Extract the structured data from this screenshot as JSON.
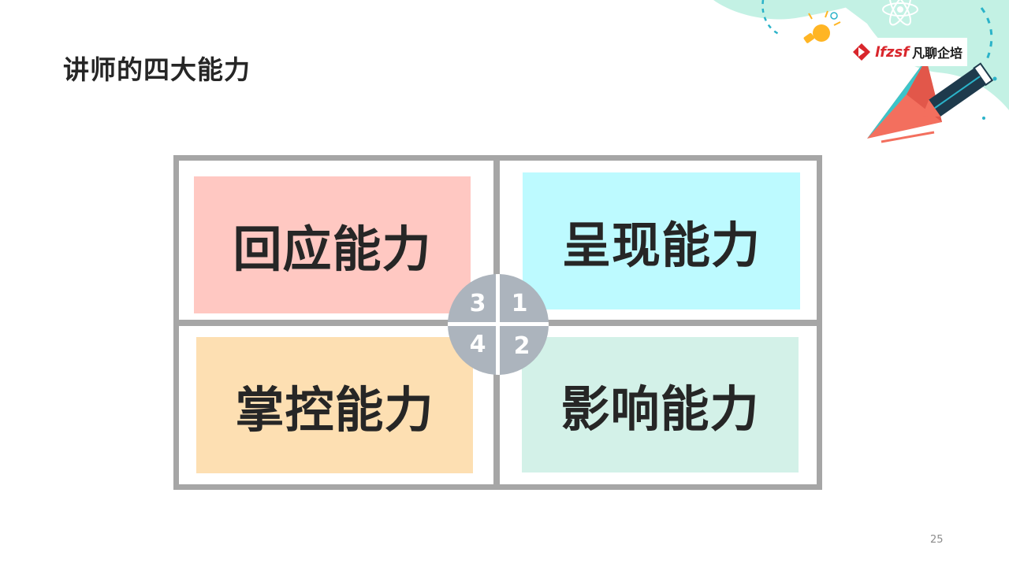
{
  "slide": {
    "title": "讲师的四大能力",
    "page_number": "25"
  },
  "logo": {
    "latin": "lfzsf",
    "cjk": "凡聊企培"
  },
  "quadrants": {
    "respond": {
      "label": "回应能力",
      "number": "3",
      "color": "#ffc8c2"
    },
    "present": {
      "label": "呈现能力",
      "number": "1",
      "color": "#bdfaff"
    },
    "control": {
      "label": "掌控能力",
      "number": "4",
      "color": "#fddfb2"
    },
    "influence": {
      "label": "影响能力",
      "number": "2",
      "color": "#d3f1e8"
    }
  },
  "colors": {
    "frame": "#a6a6a6",
    "hub": "#acb4bd",
    "accent_red": "#d9262c",
    "decor_mint": "#c3f1e4"
  },
  "icons": [
    "lightbulb-icon",
    "atom-icon",
    "pencil-icon",
    "paper-plane-icon"
  ]
}
